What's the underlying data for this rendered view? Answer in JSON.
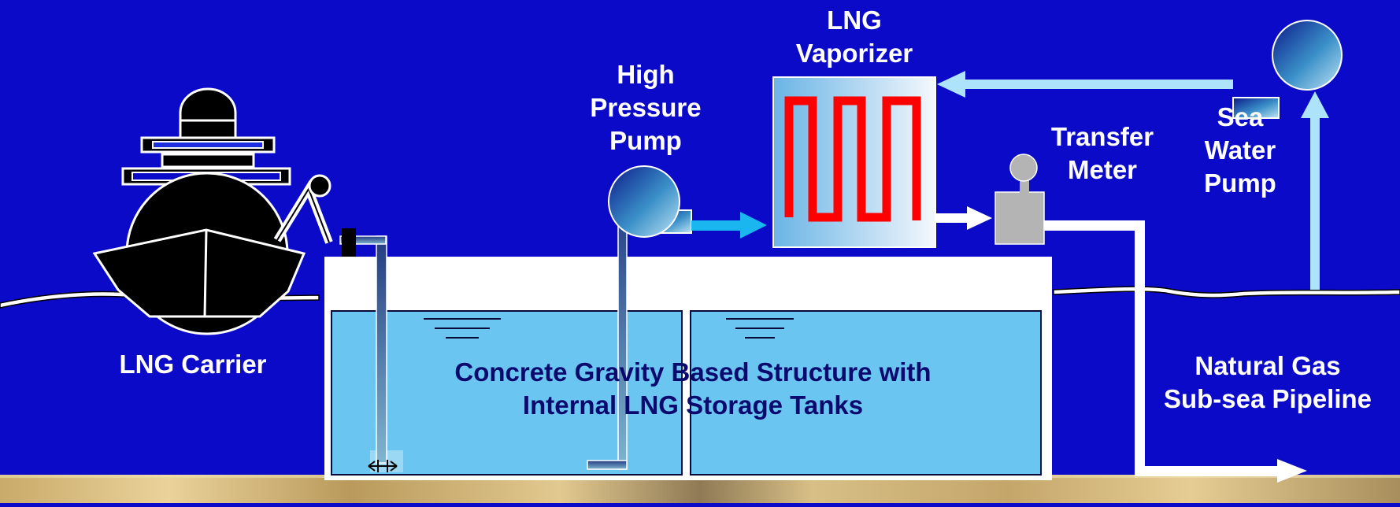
{
  "labels": {
    "lng_vaporizer": [
      "LNG",
      "Vaporizer"
    ],
    "high_pressure_pump": [
      "High",
      "Pressure",
      "Pump"
    ],
    "transfer_meter": [
      "Transfer",
      "Meter"
    ],
    "sea_water_pump": [
      "Sea",
      "Water",
      "Pump"
    ],
    "lng_carrier": "LNG Carrier",
    "structure": [
      "Concrete Gravity Based Structure with",
      "Internal LNG  Storage Tanks"
    ],
    "pipeline": [
      "Natural Gas",
      "Sub-sea Pipeline"
    ]
  },
  "colors": {
    "sea": "#0a0ac8",
    "tank_liquid": "#6ac5f0",
    "flow_light": "#aee4fb",
    "flow_cyan": "#1ab6f0",
    "vaporizer_coil": "#ff0000",
    "meter": "#b4b4b4",
    "text": "#ffffff",
    "text_dark": "#0a0a6e"
  },
  "icons": [
    "lng-carrier-ship-icon",
    "pump-icon",
    "vaporizer-coil-icon",
    "flow-meter-icon",
    "sea-water-pump-icon"
  ]
}
